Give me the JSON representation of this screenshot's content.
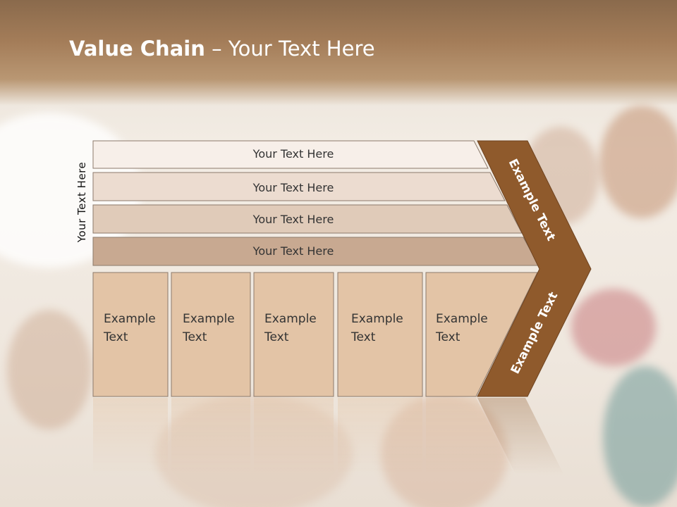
{
  "slide": {
    "title_bold": "Value Chain",
    "title_rest": " – Your Text Here",
    "side_label": "Your Text Here",
    "bars": [
      {
        "label": "Your Text Here",
        "color": "#f7efe9"
      },
      {
        "label": "Your Text Here",
        "color": "#ecdcd0"
      },
      {
        "label": "Your Text Here",
        "color": "#e0cbb9"
      },
      {
        "label": "Your Text Here",
        "color": "#c8a991"
      }
    ],
    "boxes": [
      {
        "line1": "Example",
        "line2": "Text"
      },
      {
        "line1": "Example",
        "line2": "Text"
      },
      {
        "line1": "Example",
        "line2": "Text"
      },
      {
        "line1": "Example",
        "line2": "Text"
      },
      {
        "line1": "Example",
        "line2": "Text"
      }
    ],
    "arrow_top_label": "Example Text",
    "arrow_bottom_label": "Example Text",
    "colors": {
      "header": "#a47d59",
      "arrow": "#8f5a2c",
      "box_fill": "#e3c4a6",
      "box_border": "#8c7a6c"
    }
  }
}
